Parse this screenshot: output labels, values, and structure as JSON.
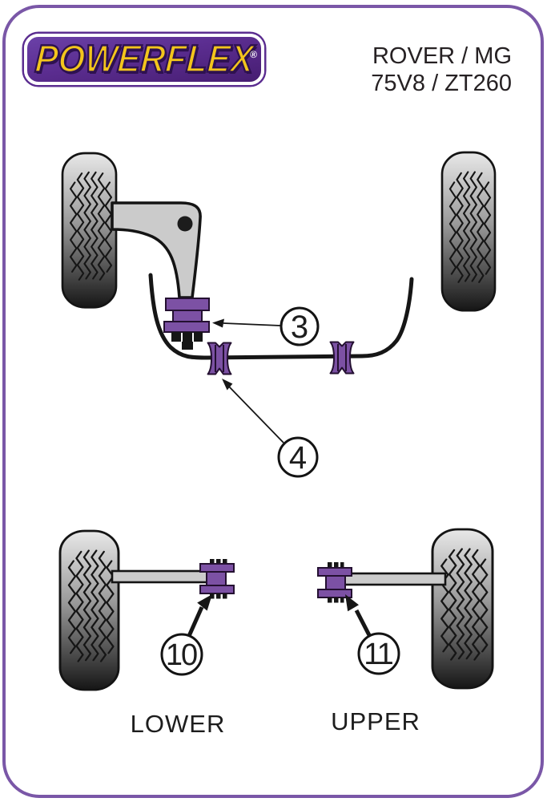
{
  "header": {
    "logo": {
      "text": "POWERFLEX",
      "registered": "®"
    },
    "vehicle": {
      "line1": "ROVER / MG",
      "line2": "75V8 / ZT260"
    }
  },
  "diagram": {
    "callouts": {
      "c3": "3",
      "c4": "4",
      "c10": "10",
      "c11": "11"
    },
    "labels": {
      "lower": "LOWER",
      "upper": "UPPER"
    }
  },
  "colors": {
    "bush_purple": "#7c51a4",
    "bush_outline": "#241031",
    "page_border": "#7a57a7",
    "logo_purple": "#5b2d90",
    "logo_yellow": "#f3c51c",
    "arm_grey": "#cbcbcb",
    "line_black": "#161616"
  }
}
